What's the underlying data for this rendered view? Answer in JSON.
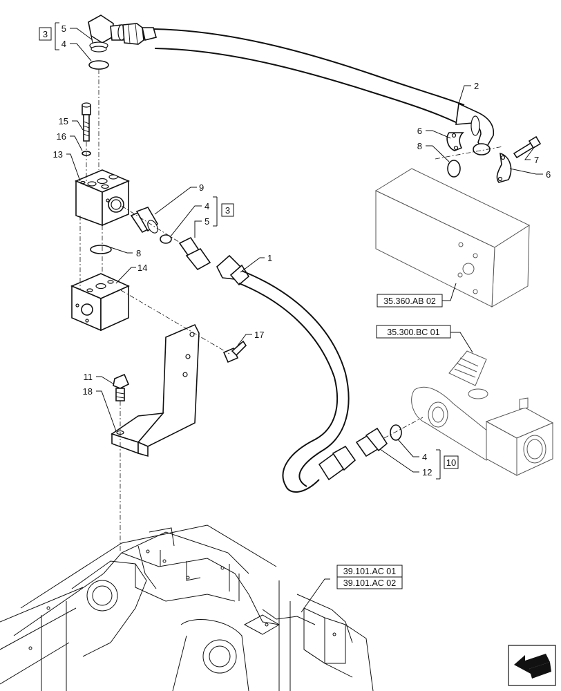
{
  "part_labels": {
    "p1": "1",
    "p2": "2",
    "p3_top": "3",
    "p3_mid": "3",
    "p4_top": "4",
    "p4_mid": "4",
    "p4_bottom": "4",
    "p5_top": "5",
    "p5_mid": "5",
    "p6_upper": "6",
    "p6_lower": "6",
    "p7": "7",
    "p8_upper": "8",
    "p8_left": "8",
    "p9": "9",
    "p10": "10",
    "p11": "11",
    "p12": "12",
    "p13": "13",
    "p14": "14",
    "p15": "15",
    "p16": "16",
    "p17": "17",
    "p18": "18"
  },
  "references": {
    "ref_35360": "35.360.AB 02",
    "ref_35300": "35.300.BC 01",
    "ref_39101_01": "39.101.AC 01",
    "ref_39101_02": "39.101.AC 02"
  },
  "icons": {
    "nav_arrow": "next-page-arrow-icon"
  }
}
